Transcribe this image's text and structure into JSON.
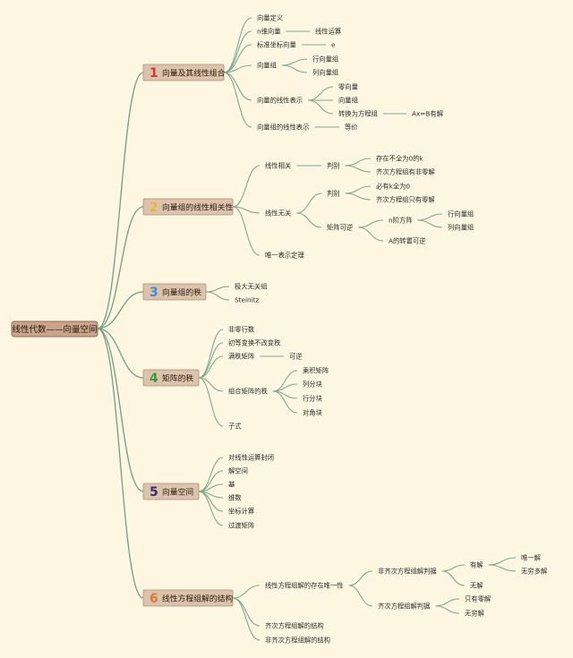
{
  "root": "线性代数——向量空间",
  "topics": [
    {
      "num": "1",
      "color": "#d43a33",
      "label": "向量及其线性组合",
      "nodes": [
        {
          "id": "t1-a",
          "text": "向量定义"
        },
        {
          "id": "t1-b",
          "text": "n维向量",
          "children": [
            {
              "text": "线性运算"
            }
          ]
        },
        {
          "id": "t1-c",
          "text": "标准坐标向量",
          "children": [
            {
              "text": "e"
            }
          ]
        },
        {
          "id": "t1-d",
          "text": "向量组",
          "children": [
            {
              "text": "行向量组"
            },
            {
              "text": "列向量组"
            }
          ]
        },
        {
          "id": "t1-e",
          "text": "向量的线性表示",
          "children": [
            {
              "text": "零向量"
            },
            {
              "text": "向量组"
            },
            {
              "text": "转换为方程组",
              "children": [
                {
                  "text": "Ax=B有解"
                }
              ]
            }
          ]
        },
        {
          "id": "t1-f",
          "text": "向量组的线性表示",
          "children": [
            {
              "text": "等价"
            }
          ]
        }
      ]
    },
    {
      "num": "2",
      "color": "#f0b43c",
      "label": "向量组的线性相关性",
      "nodes": [
        {
          "id": "t2-a",
          "text": "线性相关",
          "children": [
            {
              "text": "判别",
              "children": [
                {
                  "text": "存在不全为0的k"
                },
                {
                  "text": "齐次方程组有非零解"
                }
              ]
            }
          ]
        },
        {
          "id": "t2-b",
          "text": "线性无关",
          "children": [
            {
              "text": "判别",
              "children": [
                {
                  "text": "必有k全为0"
                },
                {
                  "text": "齐次方程组只有零解"
                }
              ]
            },
            {
              "text": "矩阵可逆",
              "children": [
                {
                  "text": "n阶方阵",
                  "children": [
                    {
                      "text": "行向量组"
                    },
                    {
                      "text": "列向量组"
                    }
                  ]
                },
                {
                  "text": "A的转置可逆"
                }
              ]
            }
          ]
        },
        {
          "id": "t2-c",
          "text": "唯一表示定理"
        }
      ]
    },
    {
      "num": "3",
      "color": "#3f8fd6",
      "label": "向量组的秩",
      "nodes": [
        {
          "id": "t3-a",
          "text": "极大无关组"
        },
        {
          "id": "t3-b",
          "text": "Steinitz"
        }
      ]
    },
    {
      "num": "4",
      "color": "#3c9a3c",
      "label": "矩阵的秩",
      "nodes": [
        {
          "id": "t4-a",
          "text": "非零行数"
        },
        {
          "id": "t4-b",
          "text": "初等变换不改变秩"
        },
        {
          "id": "t4-c",
          "text": "满秩矩阵",
          "children": [
            {
              "text": "可逆"
            }
          ]
        },
        {
          "id": "t4-d",
          "text": "组合矩阵的秩",
          "children": [
            {
              "text": "乘积矩阵"
            },
            {
              "text": "列分块"
            },
            {
              "text": "行分块"
            },
            {
              "text": "对角块"
            }
          ]
        },
        {
          "id": "t4-e",
          "text": "子式"
        }
      ]
    },
    {
      "num": "5",
      "color": "#3b2f7a",
      "label": "向量空间",
      "nodes": [
        {
          "id": "t5-a",
          "text": "对线性运算封闭"
        },
        {
          "id": "t5-b",
          "text": "解空间"
        },
        {
          "id": "t5-c",
          "text": "基"
        },
        {
          "id": "t5-d",
          "text": "维数"
        },
        {
          "id": "t5-e",
          "text": "坐标计算"
        },
        {
          "id": "t5-f",
          "text": "过渡矩阵"
        }
      ]
    },
    {
      "num": "6",
      "color": "#e2792f",
      "label": "线性方程组解的结构",
      "nodes": [
        {
          "id": "t6-a",
          "text": "线性方程组解的存在唯一性",
          "children": [
            {
              "text": "非齐次方程组解判据",
              "children": [
                {
                  "text": "有解",
                  "children": [
                    {
                      "text": "唯一解"
                    },
                    {
                      "text": "无穷多解"
                    }
                  ]
                },
                {
                  "text": "无解"
                }
              ]
            },
            {
              "text": "齐次方程组解判据",
              "children": [
                {
                  "text": "只有零解"
                },
                {
                  "text": "无穷解"
                }
              ]
            }
          ]
        },
        {
          "id": "t6-b",
          "text": "齐次方程组解的结构"
        },
        {
          "id": "t6-c",
          "text": "非齐次方程组解的结构"
        }
      ]
    }
  ]
}
